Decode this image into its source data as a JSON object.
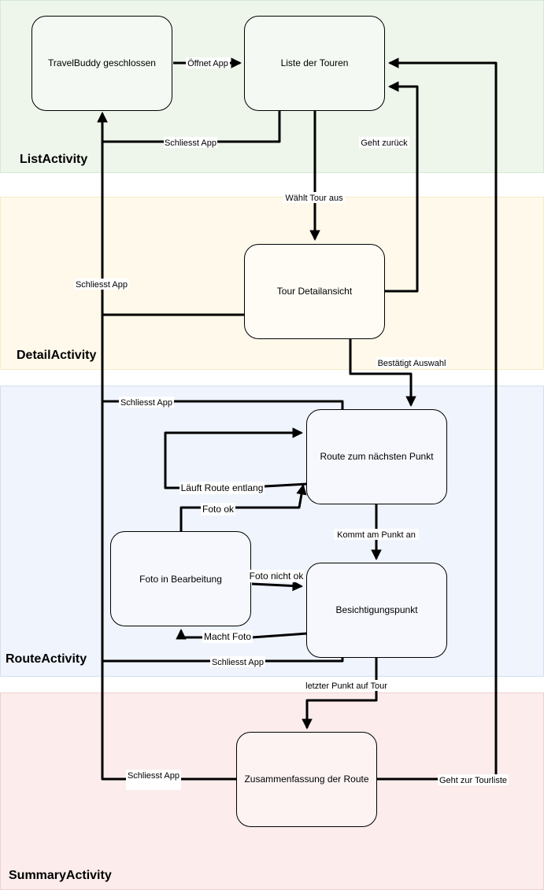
{
  "lanes": {
    "list": {
      "title": "ListActivity",
      "fill": "#eef6ec",
      "stroke": "#d5e8d4"
    },
    "detail": {
      "title": "DetailActivity",
      "fill": "#fef9ea",
      "stroke": "#f6ecc8"
    },
    "route": {
      "title": "RouteActivity",
      "fill": "#eff4fd",
      "stroke": "#d4dff2"
    },
    "summary": {
      "title": "SummaryActivity",
      "fill": "#fcecec",
      "stroke": "#f1d1d1"
    }
  },
  "nodes": {
    "closed": "TravelBuddy geschlossen",
    "tours": "Liste der Touren",
    "detail": "Tour Detailansicht",
    "route": "Route zum nächsten Punkt",
    "photo": "Foto in Bearbeitung",
    "sight": "Besichtigungspunkt",
    "summary": "Zusammenfassung der Route"
  },
  "edges": {
    "opens_app": "Öffnet App",
    "closes_app_1": "Schliesst App",
    "goes_back": "Geht zurück",
    "selects_tour": "Wählt Tour aus",
    "closes_app_2": "Schliesst App",
    "confirms": "Bestätigt Auswahl",
    "closes_app_3": "Schliesst App",
    "walks_route": "Läuft Route entlang",
    "photo_ok": "Foto ok",
    "arrives": "Kommt am Punkt an",
    "photo_not_ok": "Foto nicht ok",
    "takes_photo": "Macht Foto",
    "closes_app_4": "Schliesst App",
    "last_point": "letzter Punkt auf Tour",
    "closes_app_5": "Schliesst App",
    "to_tour_list": "Geht zur Tourliste"
  },
  "colors": {
    "node_fill": "#f4f9f3",
    "node_stroke": "#000000",
    "edge": "#000000"
  }
}
